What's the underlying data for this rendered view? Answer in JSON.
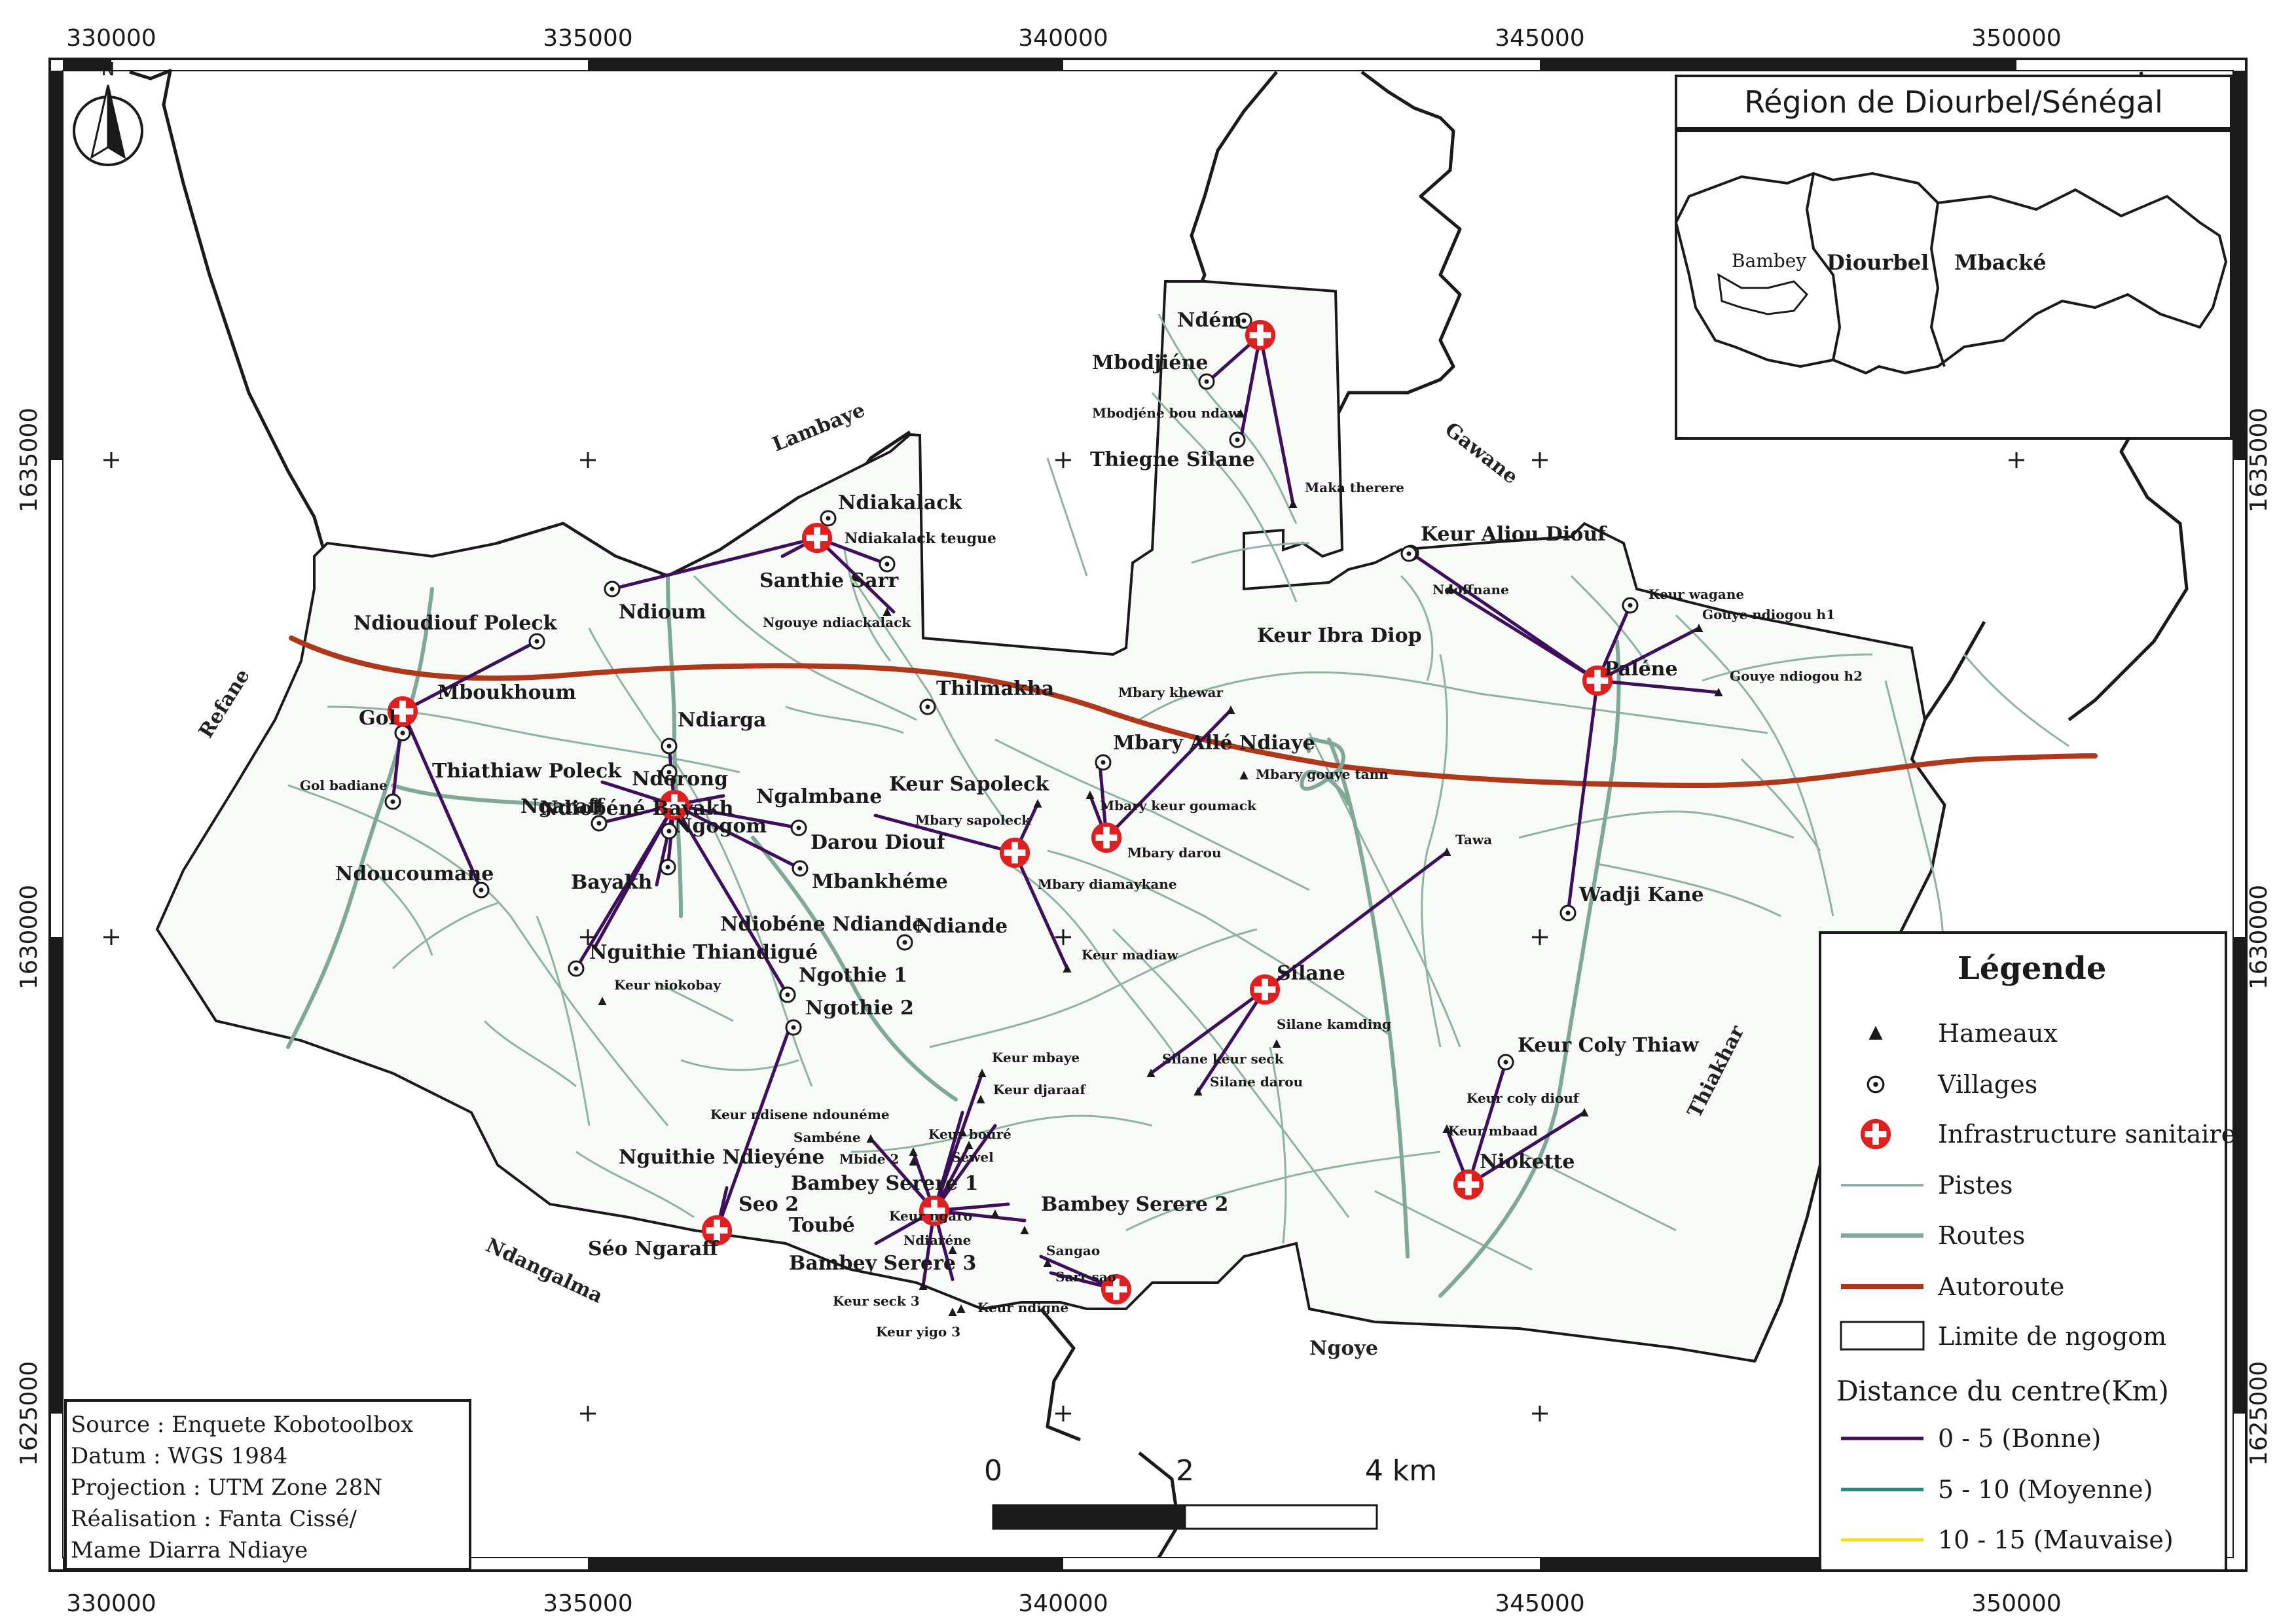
{
  "frame": {
    "x_ticks": [
      "330000",
      "335000",
      "340000",
      "345000",
      "350000"
    ],
    "y_ticks": [
      "1635000",
      "1630000",
      "1625000"
    ]
  },
  "north_arrow": {
    "label": "N"
  },
  "inset": {
    "title": "Région de Diourbel/Sénégal",
    "labels": [
      "Bambey",
      "Diourbel",
      "Mbacké"
    ]
  },
  "regions": [
    "Lambaye",
    "Gawane",
    "Refane",
    "Thiakhar",
    "Ndangalma",
    "Ngoye"
  ],
  "villages": [
    "Ndiakalack",
    "Ndioum",
    "Santhie Sarr",
    "Ndioudiouf Poleck",
    "Mboukhoum",
    "Gol",
    "Thiathiaw Poleck",
    "Ndiarga",
    "Ndorong",
    "Ngaraff",
    "Ngogom",
    "Ngalmbane",
    "Ndiobéné Bayakh",
    "Bayakh",
    "Ndoucoumane",
    "Darou Diouf",
    "Mbankhéme",
    "Ndiobéne Ndiande",
    "Ndiande",
    "Nguithie Thiandigué",
    "Ngothie 1",
    "Ngothie 2",
    "Thilmakha",
    "Keur Sapoleck",
    "Mbary Allé Ndiaye",
    "Ndém",
    "Mbodjiéne",
    "Thiegne Silane",
    "Keur Ibra Diop",
    "Keur Aliou Diouf",
    "Paléne",
    "Silane",
    "Wadji Kane",
    "Keur Coly Thiaw",
    "Niokette",
    "Nguithie Ndieyéne",
    "Seo 2",
    "Séo Ngaraff",
    "Bambey Serere 1",
    "Bambey Serere 2",
    "Bambey Serere 3",
    "Toubé"
  ],
  "hamlets": [
    "Ndiakalack teugue",
    "Ngouye ndiackalack",
    "Gol badiane",
    "Mbodjéne bou ndaw",
    "Maka therere",
    "Ndoffnane",
    "Keur wagane",
    "Gouye ndiogou h1",
    "Gouye ndiogou h2",
    "Mbary khewar",
    "Mbary gouye tann",
    "Mbary keur goumack",
    "Mbary darou",
    "Mbary sapoleck",
    "Mbary diamaykane",
    "Keur madiaw",
    "Tawa",
    "Keur niokobay",
    "Silane kamding",
    "Silane keur seck",
    "Silane darou",
    "Keur coly diouf",
    "Keur mbaad",
    "Keur mbaye",
    "Keur djaraaf",
    "Keur ndisene ndounéme",
    "Sambéne",
    "Mbide 2",
    "Keur bouré",
    "Séwel",
    "Keur ngaro",
    "Ndiaréne",
    "Sangao",
    "Sarr sao",
    "Keur seck 3",
    "Keur yigo 3",
    "Keur ndigne"
  ],
  "legend": {
    "title": "Légende",
    "items": [
      "Hameaux",
      "Villages",
      "Infrastructure sanitaire",
      "Pistes",
      "Routes",
      "Autoroute",
      "Limite de ngogom"
    ],
    "distance_title": "Distance du centre(Km)",
    "distance_items": [
      {
        "label": "0 - 5 (Bonne)",
        "color": "#3d0f5c"
      },
      {
        "label": "5 - 10 (Moyenne)",
        "color": "#1f8a8a"
      },
      {
        "label": "10 - 15 (Mauvaise)",
        "color": "#f5dc1e"
      }
    ]
  },
  "colors": {
    "pistes": "#8fb3a0",
    "routes": "#7fa898",
    "autoroute": "#b0381a",
    "health": "#e02020",
    "distance_line": "#3d0f5c",
    "ngogom_fill": "#f7faf6"
  },
  "scalebar": {
    "labels": [
      "0",
      "2",
      "4 km"
    ]
  },
  "source": {
    "lines": [
      "Source : Enquete Kobotoolbox",
      "Datum : WGS 1984",
      "Projection : UTM Zone 28N",
      "Réalisation : Fanta Cissé/",
      "Mame Diarra Ndiaye"
    ]
  }
}
